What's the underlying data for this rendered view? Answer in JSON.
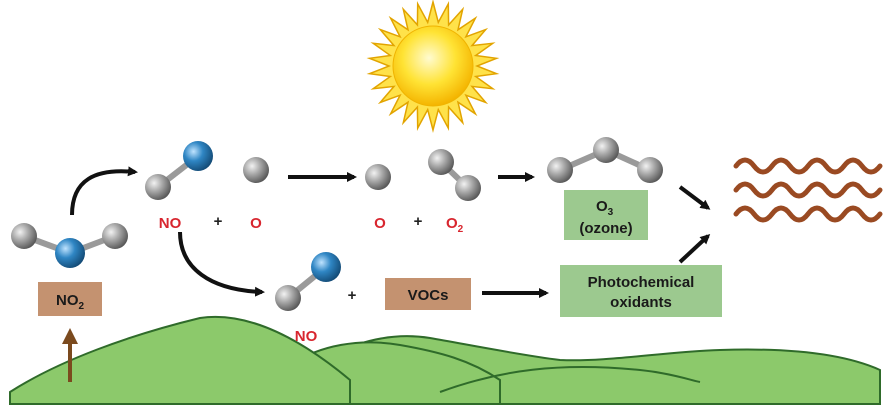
{
  "diagram": {
    "labels": {
      "no2_main": "NO",
      "no2_sub": "2",
      "no_top": "NO",
      "plus_top1": "+",
      "o_top": "O",
      "o_right": "O",
      "plus_top2": "+",
      "o2_main": "O",
      "o2_sub": "2",
      "plus_bottom": "+",
      "no_bottom": "NO",
      "vocs": "VOCs",
      "o3_main": "O",
      "o3_sub": "3",
      "ozone": "(ozone)",
      "photo_line1": "Photochemical",
      "photo_line2": "oxidants"
    },
    "colors": {
      "nitrogen": "#2f86c4",
      "oxygen": "#9a9a9a",
      "brown_box": "#c49270",
      "green_box": "#9cc98f",
      "hills": "#8cc96b",
      "wavy": "#9a4a22",
      "sun": "#f7d51c",
      "red_text": "#d8262f"
    }
  }
}
